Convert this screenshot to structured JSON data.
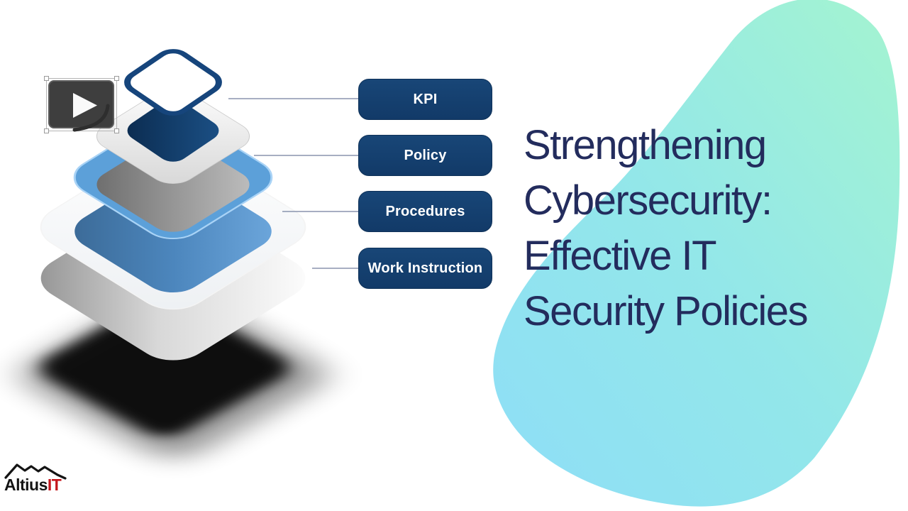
{
  "slide": {
    "title_lines": [
      "Strengthening",
      "Cybersecurity:",
      "Effective IT",
      "Security Policies"
    ],
    "title_color": "#232c5d",
    "background_blob": {
      "gradient_start": "#8edef7",
      "gradient_end": "#a4f4d0"
    }
  },
  "diagram": {
    "type": "layered-pyramid",
    "layers": [
      {
        "label": "KPI",
        "color": "#16457c"
      },
      {
        "label": "Policy",
        "color": "#9a9a9a"
      },
      {
        "label": "Procedures",
        "color": "#5b9bd5"
      },
      {
        "label": "Work Instruction",
        "color": "#ffffff"
      }
    ],
    "label_box_color": "#143f70",
    "label_text_color": "#ffffff",
    "connector_color": "#8a94ae"
  },
  "logo": {
    "text_primary": "Altius",
    "text_accent": "IT",
    "accent_color": "#c4161c"
  }
}
